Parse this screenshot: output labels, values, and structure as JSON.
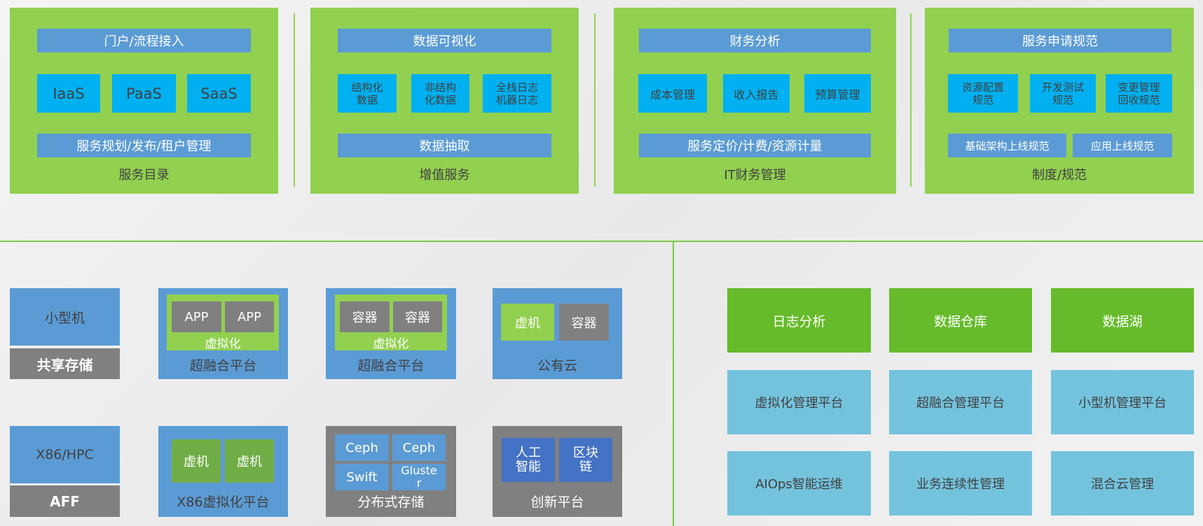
{
  "top": {
    "p1": {
      "top_bar": "门户/流程接入",
      "boxes": [
        "IaaS",
        "PaaS",
        "SaaS"
      ],
      "bottom_bar": "服务规划/发布/租户管理",
      "caption": "服务目录"
    },
    "p2": {
      "top_bar": "数据可视化",
      "boxes": [
        "结构化\n数据",
        "非结构\n化数据",
        "全栈日志\n机器日志"
      ],
      "bottom_bar": "数据抽取",
      "caption": "增值服务"
    },
    "p3": {
      "top_bar": "财务分析",
      "boxes": [
        "成本管理",
        "收入报告",
        "预算管理"
      ],
      "bottom_bar": "服务定价/计费/资源计量",
      "caption": "IT财务管理"
    },
    "p4": {
      "top_bar": "服务申请规范",
      "boxes": [
        "资源配置\n规范",
        "开发测试\n规范",
        "变更管理\n回收规范"
      ],
      "bottom_bars": [
        "基础架构上线规范",
        "应用上线规范"
      ],
      "caption": "制度/规范"
    }
  },
  "infra": {
    "minicomputer": {
      "label": "小型机",
      "storage": "共享存储"
    },
    "hci1": {
      "apps": [
        "APP",
        "APP"
      ],
      "virt": "虚拟化",
      "caption": "超融合平台"
    },
    "hci2": {
      "apps": [
        "容器",
        "容器"
      ],
      "virt": "虚拟化",
      "caption": "超融合平台"
    },
    "cloud": {
      "vm": "虚机",
      "container": "容器",
      "caption": "公有云"
    },
    "x86": {
      "label": "X86/HPC",
      "storage": "AFF"
    },
    "x86virt": {
      "vms": [
        "虚机",
        "虚机"
      ],
      "caption": "X86虚拟化平台"
    },
    "dist": {
      "items": [
        "Ceph",
        "Ceph",
        "Swift",
        "Gluster"
      ],
      "caption": "分布式存储"
    },
    "innov": {
      "items": [
        "人工\n智能",
        "区块\n链"
      ],
      "caption": "创新平台"
    }
  },
  "mgmt": {
    "row1": [
      "日志分析",
      "数据仓库",
      "数据湖"
    ],
    "row2": [
      "虚拟化管理平台",
      "超融合管理平台",
      "小型机管理平台"
    ],
    "row3": [
      "AIOps智能运维",
      "业务连续性管理",
      "混合云管理"
    ]
  }
}
